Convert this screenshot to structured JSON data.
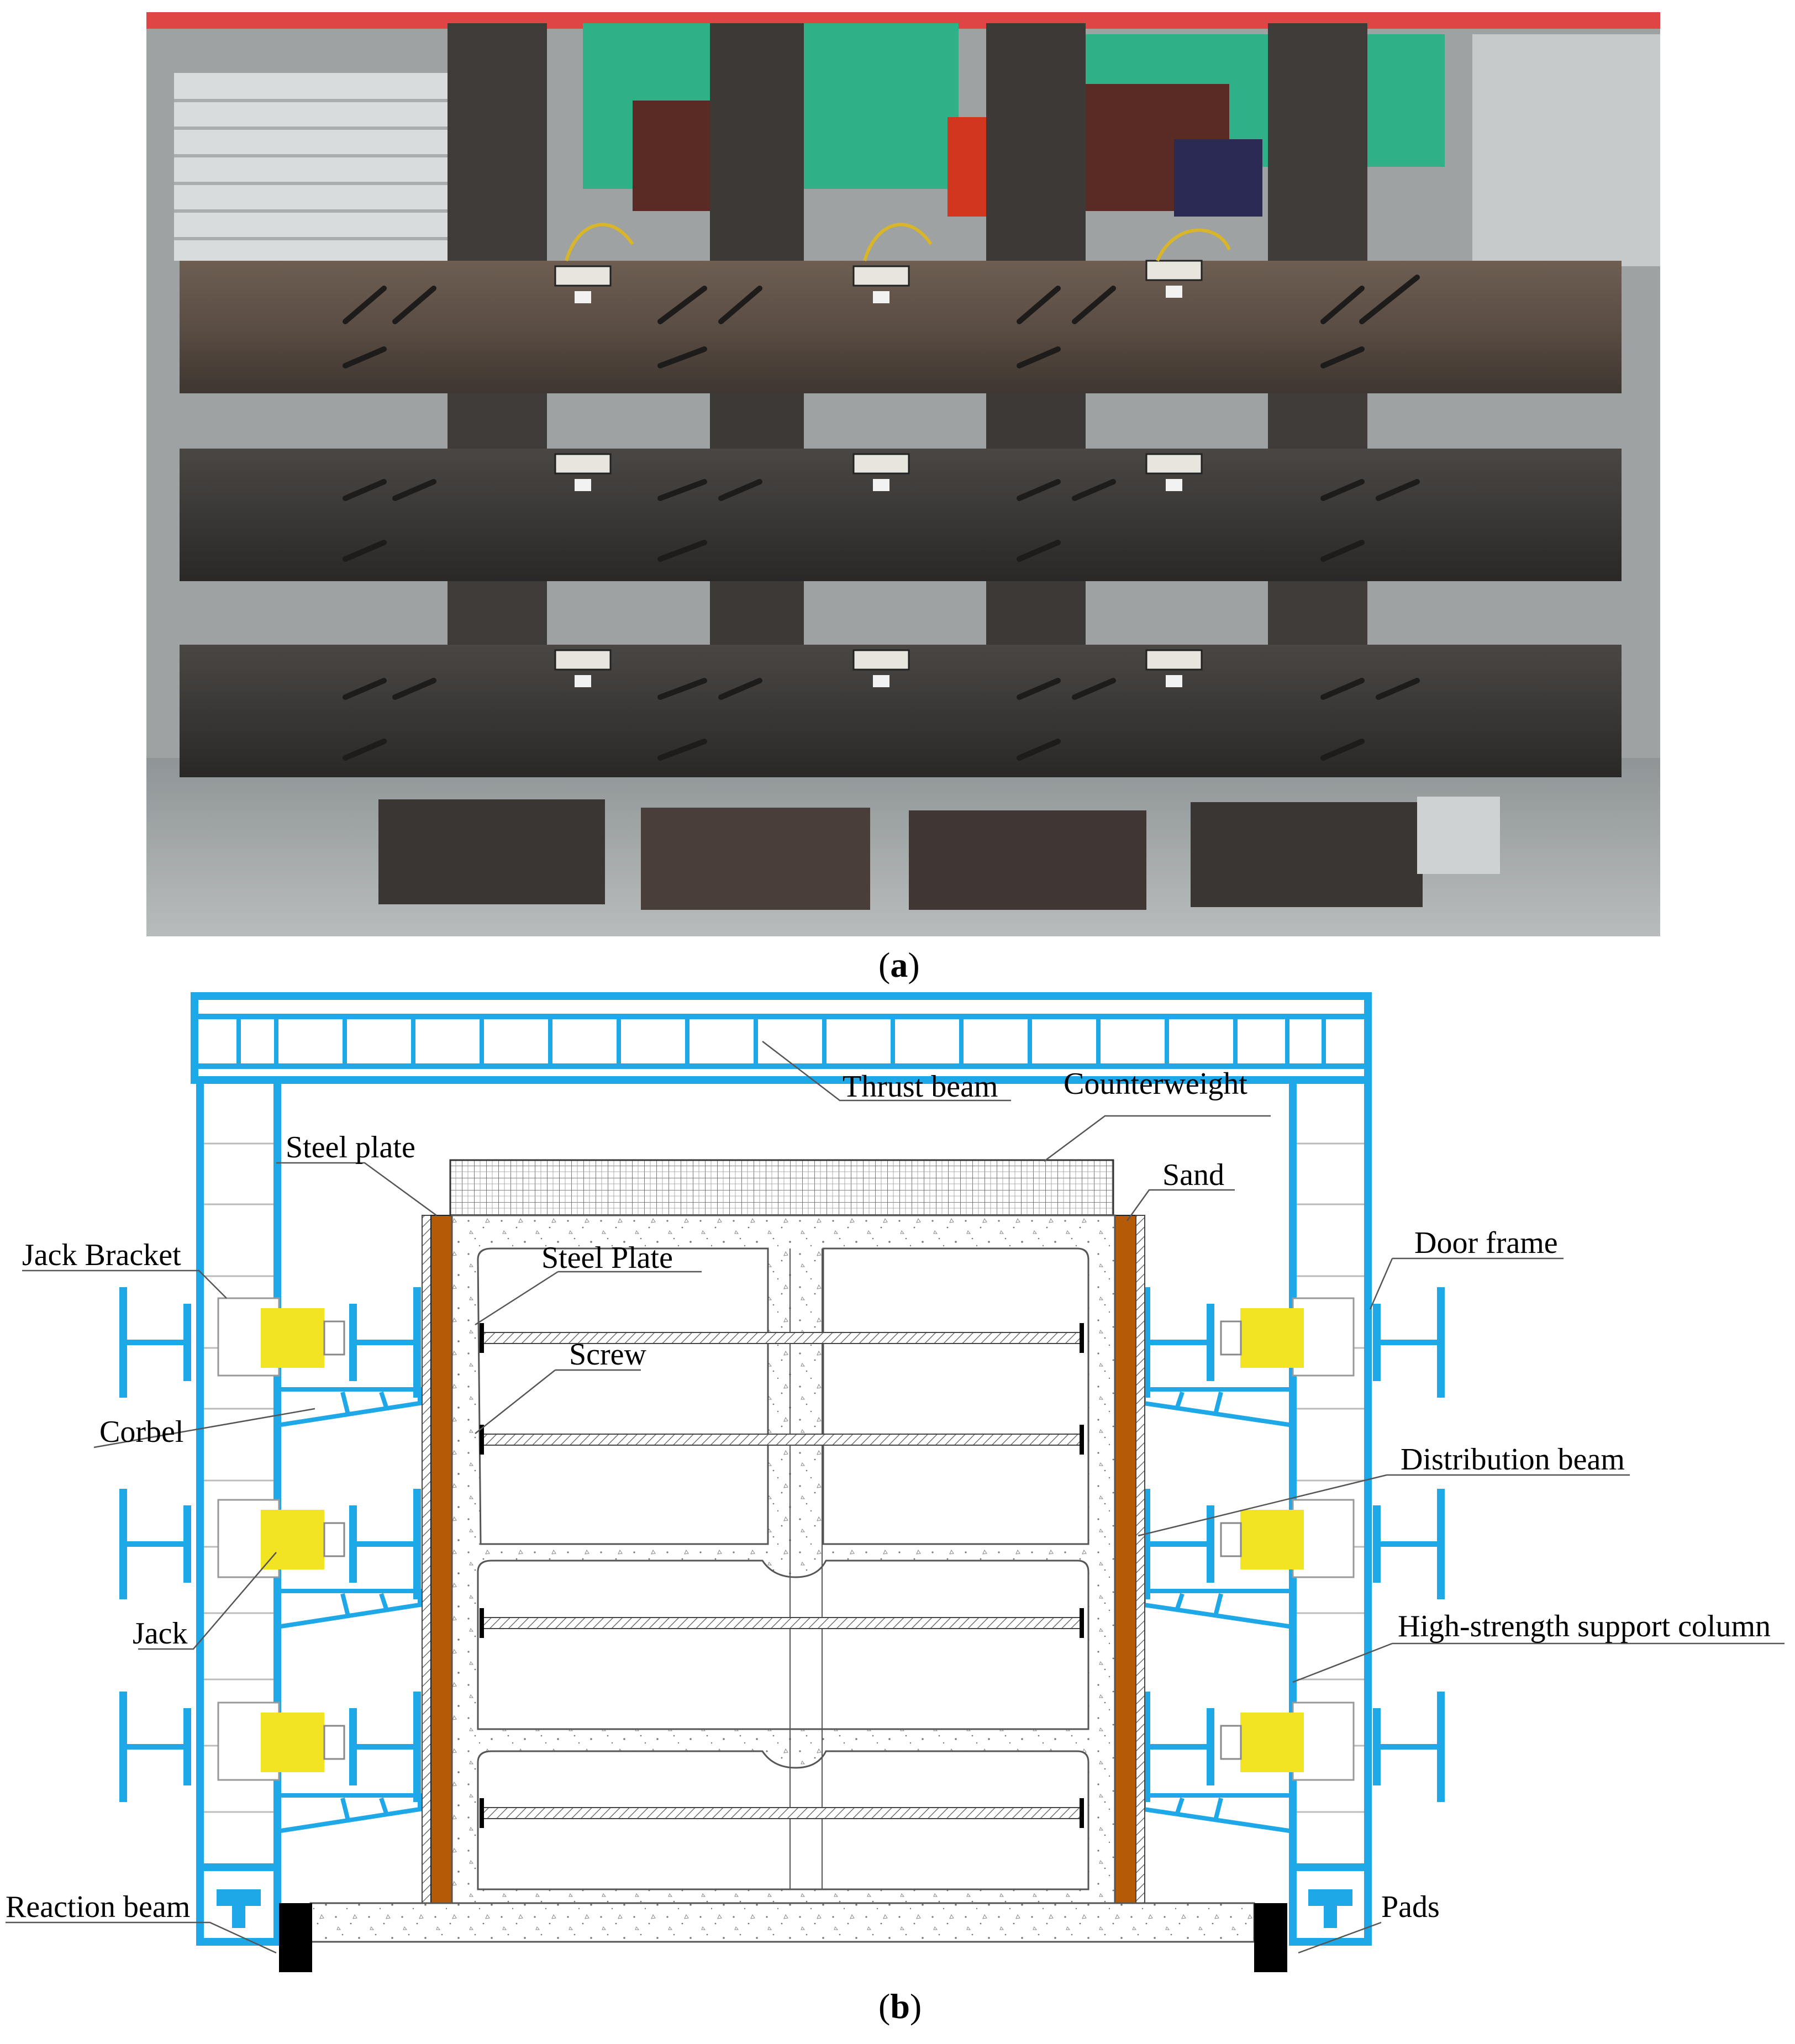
{
  "captions": {
    "a_open": "(",
    "a_letter": "a",
    "a_close": ")",
    "b_open": "(",
    "b_letter": "b",
    "b_close": ")"
  },
  "labels": {
    "thrust_beam": "Thrust beam",
    "counterweight": "Counterweight",
    "steel_plate": "Steel plate",
    "sand": "Sand",
    "jack_bracket": "Jack Bracket",
    "steel_plate_inner": "Steel Plate",
    "door_frame": "Door frame",
    "screw": "Screw",
    "corbel": "Corbel",
    "distribution_beam": "Distribution beam",
    "jack": "Jack",
    "high_strength_support_column": "High-strength support column",
    "reaction_beam": "Reaction beam",
    "pads": "Pads"
  },
  "colors": {
    "frame_blue": "#1ea8e8",
    "jack_yellow": "#f2e422",
    "distribution_brown": "#b55a06",
    "pad_black": "#000000"
  }
}
